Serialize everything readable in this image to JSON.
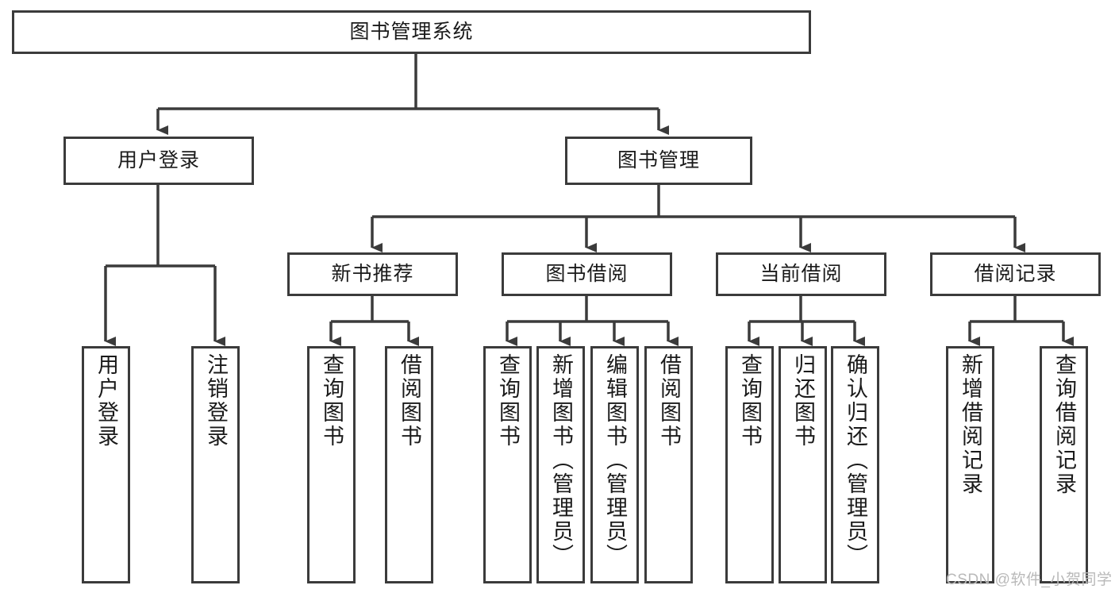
{
  "diagram": {
    "title": "图书管理系统",
    "watermark": "CSDN @软件_小贺同学",
    "colors": {
      "stroke": "#3b3b3b",
      "background": "#ffffff",
      "text": "#1a1a1a",
      "watermark": "#b9b9b9"
    },
    "root": {
      "label": "图书管理系统"
    },
    "level1": [
      {
        "label": "用户登录"
      },
      {
        "label": "图书管理"
      }
    ],
    "level2": [
      {
        "label": "新书推荐"
      },
      {
        "label": "图书借阅"
      },
      {
        "label": "当前借阅"
      },
      {
        "label": "借阅记录"
      }
    ],
    "leaves": {
      "user_login": [
        {
          "label": "用户登录"
        },
        {
          "label": "注销登录"
        }
      ],
      "new_book_recommend": [
        {
          "label": "查询图书"
        },
        {
          "label": "借阅图书"
        }
      ],
      "book_borrow": [
        {
          "label": "查询图书"
        },
        {
          "label": "新增图书（管理员）"
        },
        {
          "label": "编辑图书（管理员）"
        },
        {
          "label": "借阅图书"
        }
      ],
      "current_borrow": [
        {
          "label": "查询图书"
        },
        {
          "label": "归还图书"
        },
        {
          "label": "确认归还（管理员）"
        }
      ],
      "borrow_record": [
        {
          "label": "新增借阅记录"
        },
        {
          "label": "查询借阅记录"
        }
      ]
    }
  }
}
